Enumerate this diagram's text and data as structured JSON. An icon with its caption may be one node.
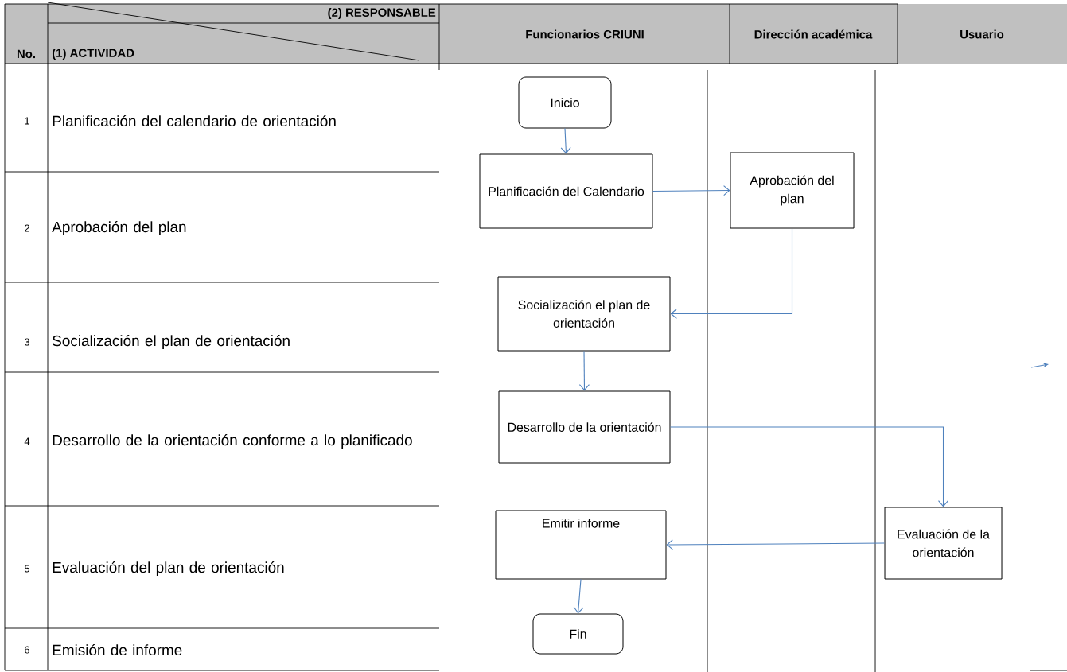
{
  "diagram": {
    "nodes": [
      {
        "text": [
          "Inicio"
        ]
      },
      {
        "text": [
          "Planificación del Calendario"
        ]
      },
      {
        "text": [
          "Aprobación del plan"
        ]
      },
      {
        "text": [
          "Socialización el plan de orientación"
        ]
      },
      {
        "text": [
          "Desarrollo de la orientación"
        ]
      },
      {
        "text": [
          "Evaluación de la orientación"
        ]
      },
      {
        "text": [
          "Emitir informe"
        ]
      },
      {
        "text": [
          "Fin"
        ]
      }
    ],
    "edges": [
      {
        "from": 0,
        "to": 1,
        "arrow": "to"
      },
      {
        "from": 1,
        "to": 2,
        "arrow": "to"
      },
      {
        "from": 2,
        "to": 3,
        "arrow": "to"
      },
      {
        "from": 3,
        "to": 4,
        "arrow": "to"
      },
      {
        "from": 4,
        "to": 5,
        "arrow": "to"
      },
      {
        "from": 5,
        "to": 6,
        "arrow": "to"
      },
      {
        "from": 6,
        "to": 7,
        "arrow": "to"
      }
    ],
    "labels": [
      "No.",
      "(1) ACTIVIDAD",
      "(2) RESPONSABLE",
      "Funcionarios CRIUNI",
      "Dirección académica",
      "Usuario",
      "1",
      "Planificación del calendario de orientación",
      "2",
      "Aprobación del plan",
      "3",
      "Socialización el plan de orientación",
      "4",
      "Desarrollo de la orientación conforme a lo planificado",
      "5",
      "Evaluación del plan de orientación",
      "6",
      "Emisión de informe"
    ]
  }
}
